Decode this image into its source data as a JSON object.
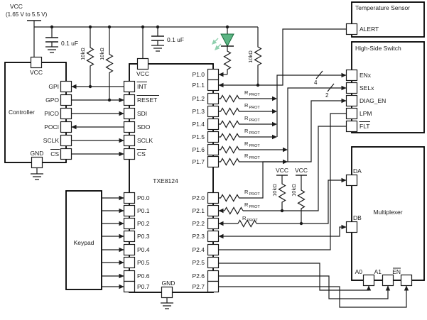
{
  "power": {
    "vcc": "VCC",
    "vcc_range": "(1.65 V to 5.5 V)",
    "decoupling_cap": "0.1 uF",
    "pullup_value": "10kΩ"
  },
  "controller": {
    "label": "Controller",
    "vcc_pin": "VCC",
    "gnd_pin": "GND",
    "pins": [
      "GPI",
      "GPO",
      "PICO",
      "POCI",
      "SCLK",
      "CS"
    ]
  },
  "chip": {
    "part_number": "TXE8124",
    "vcc_pin": "VCC",
    "gnd_pin": "GND",
    "spi_pins": [
      "INT",
      "RESET",
      "SDI",
      "SDO",
      "SCLK",
      "CS"
    ],
    "port0": [
      "P0.0",
      "P0.1",
      "P0.2",
      "P0.3",
      "P0.4",
      "P0.5",
      "P0.6",
      "P0.7"
    ],
    "port1": [
      "P1.0",
      "P1.1",
      "P1.2",
      "P1.3",
      "P1.4",
      "P1.5",
      "P1.6",
      "P1.7"
    ],
    "port2": [
      "P2.0",
      "P2.1",
      "P2.2",
      "P2.3",
      "P2.4",
      "P2.5",
      "P2.6",
      "P2.7"
    ]
  },
  "keypad": {
    "label": "Keypad"
  },
  "temperature_sensor": {
    "label": "Temperature Sensor",
    "alert_pin": "ALERT"
  },
  "high_side_switch": {
    "label": "High-Side Switch",
    "pins": [
      "ENx",
      "SELx",
      "DIAG_EN",
      "LPM",
      "FLT"
    ]
  },
  "multiplexer": {
    "label": "Multiplexer",
    "da_pin": "DA",
    "db_pin": "DB",
    "bottom_pins": [
      "A0",
      "A1",
      "EN"
    ]
  },
  "protection_resistor": {
    "base": "R",
    "sub": "PROT"
  },
  "bus_widths": {
    "enx": "4",
    "selx": "2"
  },
  "colors": {
    "wire": "#1a1a1a",
    "led_fill": "#5cb584",
    "led_glow": "#8fd0ae"
  }
}
